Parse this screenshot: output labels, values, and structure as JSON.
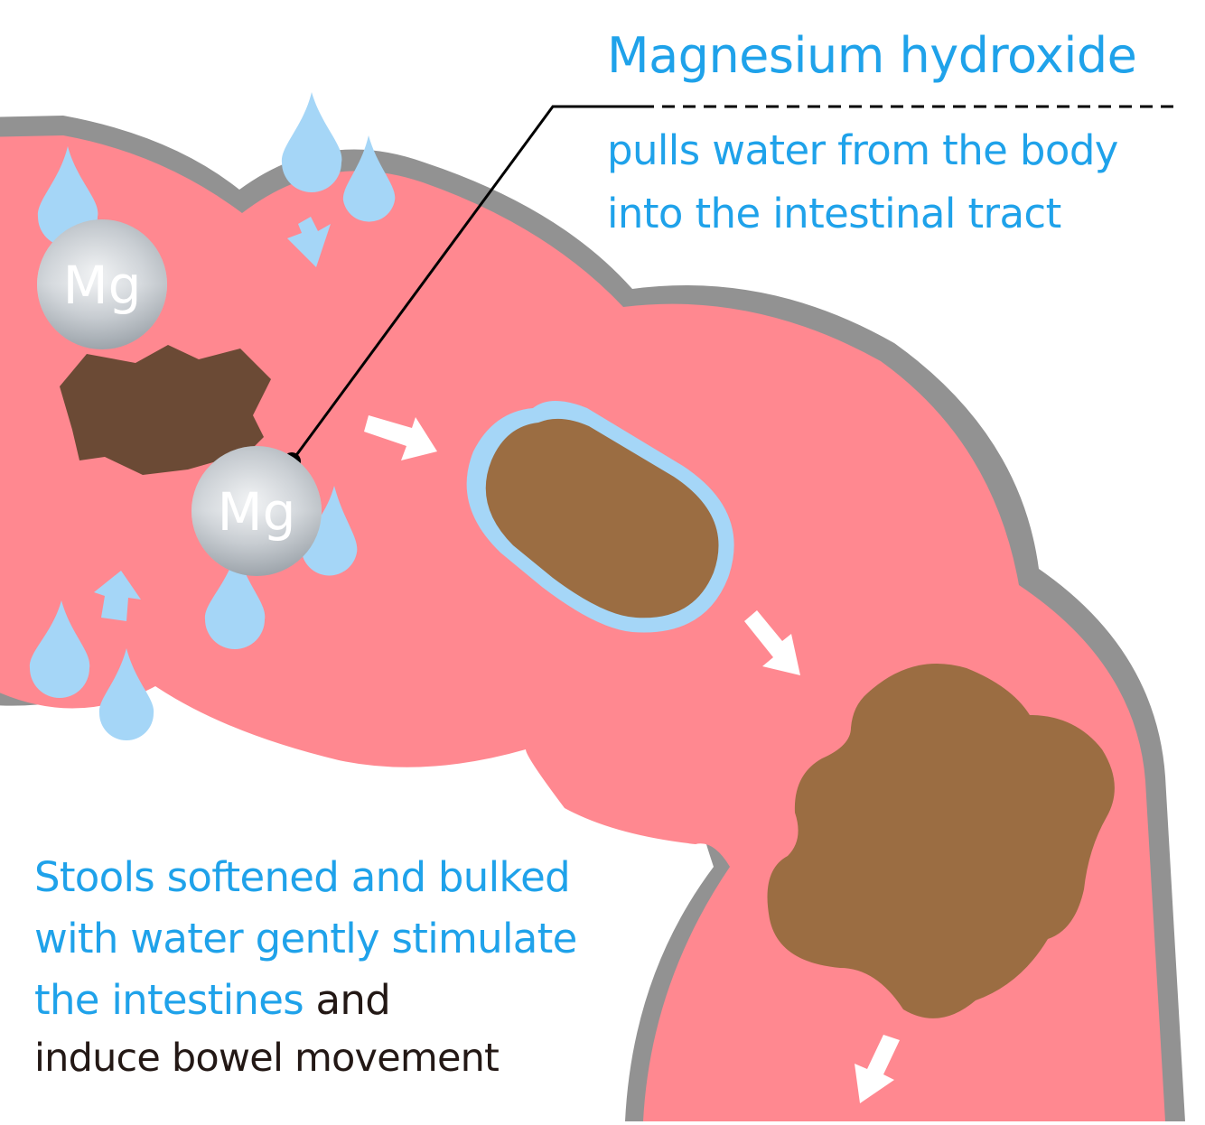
{
  "title": "Magnesium hydroxide",
  "subtitle": {
    "line1": "pulls water from the body",
    "line2": "into the intestinal tract"
  },
  "caption": {
    "line1": "Stools softened and bulked",
    "line2": "with water gently stimulate",
    "line3_blue": "the intestines",
    "line3_dark": " and",
    "line4": "induce bowel movement"
  },
  "ions": [
    {
      "label": "Mg"
    },
    {
      "label": "Mg"
    }
  ],
  "colors": {
    "intestine_fill": "#ff8890",
    "intestine_wall": "#929292",
    "water_drop": "#a5d6f7",
    "hard_stool": "#6b4a35",
    "soft_stool": "#9b6d42",
    "text_blue": "#1fa2ea",
    "text_dark": "#231815"
  }
}
